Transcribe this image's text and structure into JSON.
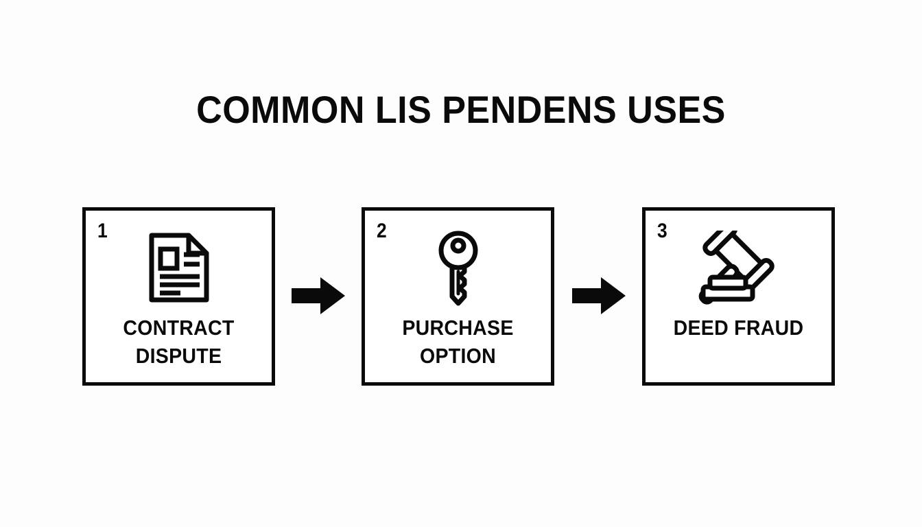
{
  "page": {
    "title": "COMMON LIS PENDENS USES",
    "background_color": "#fdfdfd",
    "ink_color": "#0a0a0a"
  },
  "flow": {
    "steps": [
      {
        "number": "1",
        "icon": "document-icon",
        "label": "CONTRACT\nDISPUTE",
        "label_line1": "CONTRACT",
        "label_line2": "DISPUTE"
      },
      {
        "number": "2",
        "icon": "key-icon",
        "label": "PURCHASE\nOPTION",
        "label_line1": "PURCHASE",
        "label_line2": "OPTION"
      },
      {
        "number": "3",
        "icon": "gavel-icon",
        "label": "DEED FRAUD",
        "label_line1": "DEED FRAUD",
        "label_line2": ""
      }
    ],
    "connectors": [
      {
        "icon": "arrow-right-icon"
      },
      {
        "icon": "arrow-right-icon"
      }
    ]
  }
}
